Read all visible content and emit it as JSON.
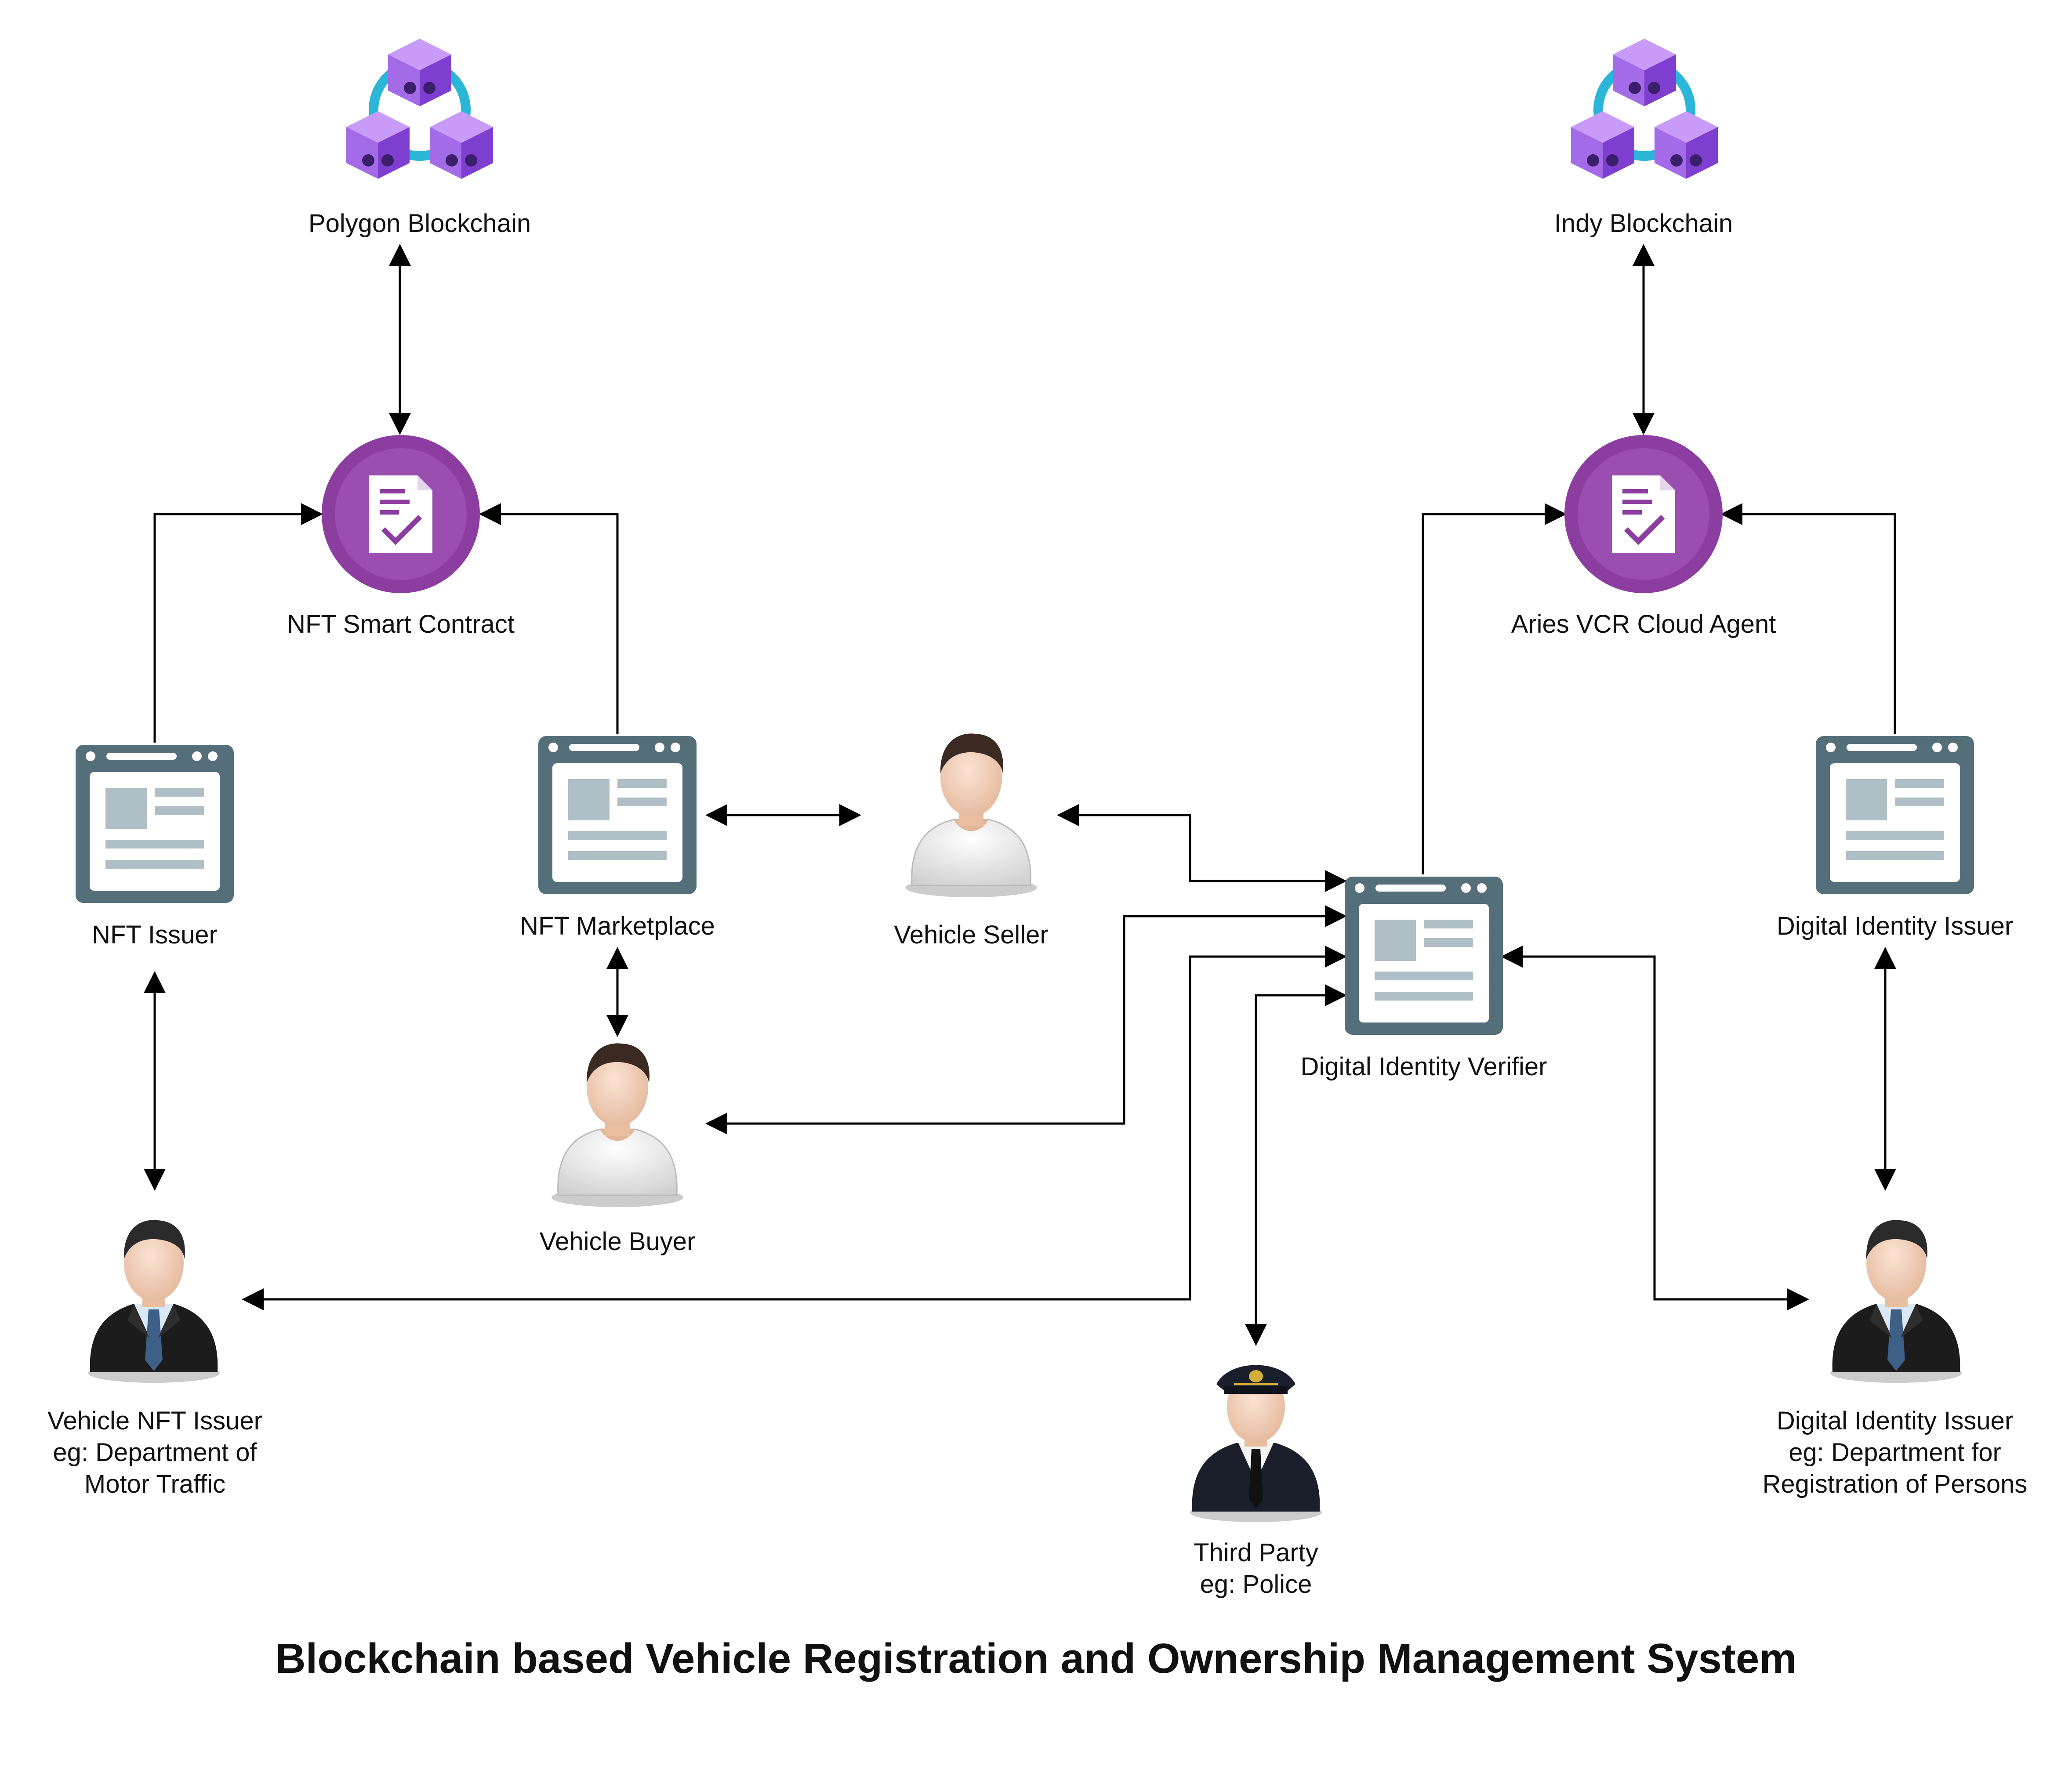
{
  "title": "Blockchain based Vehicle Registration and Ownership Management System",
  "nodes": {
    "polygon_blockchain": {
      "label": "Polygon Blockchain",
      "icon": "blockchain-cubes-icon"
    },
    "indy_blockchain": {
      "label": "Indy Blockchain",
      "icon": "blockchain-cubes-icon"
    },
    "nft_smart_contract": {
      "label": "NFT Smart Contract",
      "icon": "smart-contract-icon"
    },
    "aries_vcr": {
      "label": "Aries VCR Cloud Agent",
      "icon": "smart-contract-icon"
    },
    "nft_issuer": {
      "label": "NFT Issuer",
      "icon": "web-app-icon"
    },
    "nft_marketplace": {
      "label": "NFT Marketplace",
      "icon": "web-app-icon"
    },
    "vehicle_seller": {
      "label": "Vehicle Seller",
      "icon": "user-icon"
    },
    "vehicle_buyer": {
      "label": "Vehicle Buyer",
      "icon": "user-icon"
    },
    "digital_identity_verifier": {
      "label": "Digital Identity Verifier",
      "icon": "web-app-icon"
    },
    "digital_identity_issuer_app": {
      "label": "Digital Identity Issuer",
      "icon": "web-app-icon"
    },
    "vehicle_nft_issuer": {
      "lines": [
        "Vehicle NFT Issuer",
        "eg: Department of",
        "Motor Traffic"
      ],
      "icon": "businessman-icon"
    },
    "third_party": {
      "lines": [
        "Third Party",
        "eg: Police"
      ],
      "icon": "police-officer-icon"
    },
    "digital_identity_issuer_person": {
      "lines": [
        "Digital Identity Issuer",
        "eg: Department for",
        "Registration of Persons"
      ],
      "icon": "businessman-icon"
    }
  },
  "colors": {
    "cube_light": "#C99BF8",
    "cube_front": "#A46BE8",
    "cube_side": "#7E3FD0",
    "ring": "#2BB6D8",
    "contract_circle": "#8B3DA0",
    "contract_circle_inner": "#9A4FB0",
    "app_frame": "#546E7A",
    "app_content": "#B0BEC5",
    "line": "#000000"
  }
}
